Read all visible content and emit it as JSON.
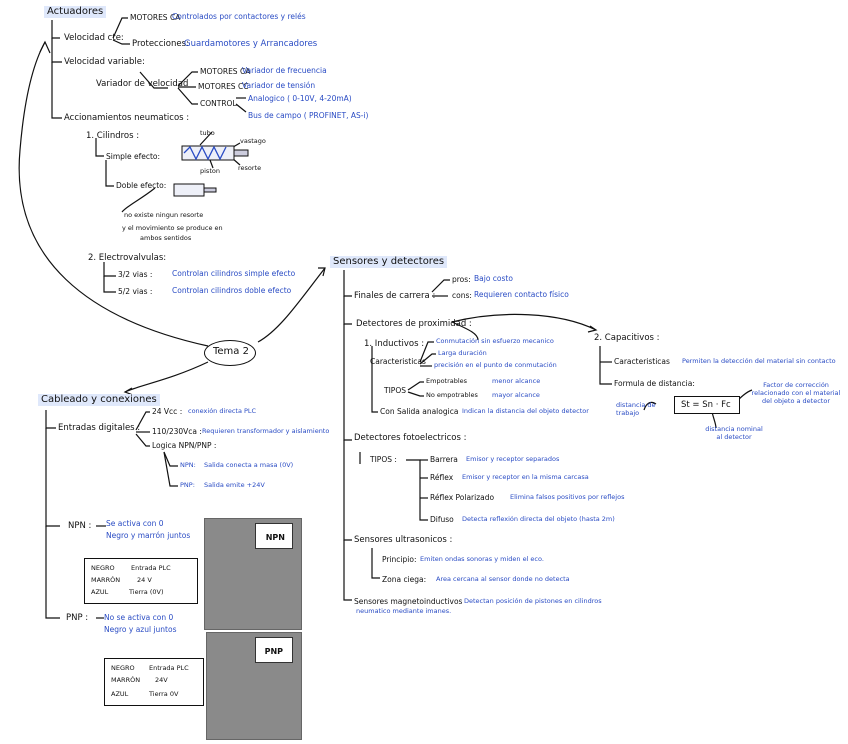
{
  "center": "Tema 2",
  "actuadores": {
    "title": "Actuadores",
    "vel_cte": "Velocidad cte:",
    "motores_ca": "MOTORES CA",
    "motores_ca_desc": "Controlados por contactores y relés",
    "protecciones": "Protecciones:",
    "protecciones_desc": "Guardamotores y Arrancadores",
    "vel_variable": "Velocidad variable:",
    "variador": "Variador de velocidad",
    "motores_ca2": "MOTORES CA",
    "motores_ca2_desc": "Variador de frecuencia",
    "motores_cc": "MOTORES CC",
    "motores_cc_desc": "Variador de tensión",
    "control": "CONTROL",
    "analogico": "Analogico ( 0-10V, 4-20mA)",
    "bus": "Bus de campo ( PROFINET, AS-i)",
    "neumaticos": "Accionamientos neumaticos :",
    "cilindros": "1. Cilindros :",
    "simple": "Simple efecto:",
    "doble": "Doble efecto:",
    "tubo": "tubo",
    "vastago": "vastago",
    "piston": "piston",
    "resorte": "resorte",
    "nota1": "no existe ningun resorte",
    "nota2": "y el movimiento se produce en",
    "nota3": "ambos sentidos",
    "electrovalvulas": "2. Electrovalvulas:",
    "v32": "3/2 vias :",
    "v32_desc": "Controlan cilindros simple efecto",
    "v52": "5/2 vias :",
    "v52_desc": "Controlan cilindros doble efecto"
  },
  "sensores": {
    "title": "Sensores y detectores",
    "finales": "Finales de carrera :",
    "pros": "pros:",
    "pros_desc": "Bajo costo",
    "cons": "cons:",
    "cons_desc": "Requieren contacto físico",
    "proximidad": "Detectores de proximidad :",
    "inductivos": "1. Inductivos :",
    "caracteristicas": "Caracteristicas",
    "conm": "Conmutación sin esfuerzo mecanico",
    "larga": "Larga duración",
    "precision": "precisión en el punto de conmutación",
    "tipos": "TIPOS",
    "empotrables": "Empotrables",
    "empotrables_desc": "menor alcance",
    "no_emp": "No empotrables",
    "no_emp_desc": "mayor alcance",
    "salida_an": "Con Salida analogica",
    "salida_an_desc": "Indican la distancia del objeto detector",
    "capacitivos": "2. Capacitivos :",
    "cap_car": "Caracteristicas",
    "cap_car_desc": "Permiten la detección del material sin contacto",
    "formula_title": "Formula de distancia:",
    "formula": "St = Sn · Fc",
    "factor": "Factor de corrección relacionado con el material del objeto a detector",
    "dist_trabajo": "distancia de trabajo",
    "dist_nominal": "distancia nominal al detector",
    "foto": "Detectores fotoelectricos :",
    "foto_tipos": "TIPOS :",
    "barrera": "Barrera",
    "barrera_desc": "Emisor y receptor separados",
    "reflex": "Réflex",
    "reflex_desc": "Emisor y receptor en la misma carcasa",
    "polarizado": "Réflex Polarizado",
    "polarizado_desc": "Elimina falsos positivos por reflejos",
    "difuso": "Difuso",
    "difuso_desc": "Detecta reflexión directa del objeto (hasta 2m)",
    "ultra": "Sensores ultrasonicos :",
    "principio": "Principio:",
    "principio_desc": "Emiten ondas sonoras y miden el eco.",
    "zona": "Zona ciega:",
    "zona_desc": "Area cercana al sensor donde no detecta",
    "magneto": "Sensores magnetoinductivos",
    "magneto_desc": "Detectan posición de pistones en cilindros",
    "magneto_desc2": "neumatico mediante imanes."
  },
  "cableado": {
    "title": "Cableado y conexiones",
    "entradas": "Entradas digitales :",
    "v24": "24 Vcc :",
    "v24_desc": "conexión directa PLC",
    "v110": "110/230Vca :",
    "v110_desc": "Requieren transformador y aislamiento",
    "logica": "Logica NPN/PNP :",
    "npn_s": "NPN:",
    "npn_s_desc": "Salida conecta a masa (0V)",
    "pnp_s": "PNP:",
    "pnp_s_desc": "Salida emite +24V",
    "npn": "NPN :",
    "npn_1": "Se activa con 0",
    "npn_2": "Negro y marrón juntos",
    "negro": "NEGRO",
    "negro_val": "Entrada PLC",
    "marron": "MARRÓN",
    "marron_val": "24 V",
    "azul": "AZUL",
    "azul_val": "Tierra (0V)",
    "pnp": "PNP :",
    "pnp_1": "No se activa con 0",
    "pnp_2": "Negro y azul juntos",
    "negro2_val": "Entrada PLC",
    "marron2_val": "24V",
    "azul2_val": "Tierra 0V",
    "img_npn": "NPN",
    "img_pnp": "PNP"
  },
  "colors": {
    "ink": "#111111",
    "blue": "#2a4cc4",
    "highlight": "#dfe8fb"
  }
}
